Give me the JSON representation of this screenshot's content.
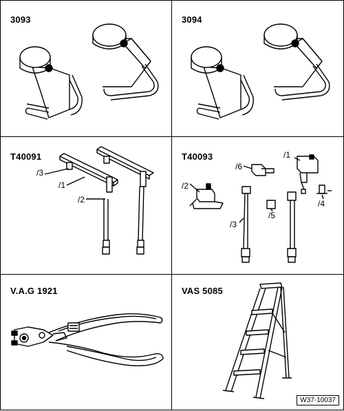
{
  "cells": [
    {
      "code": "3093"
    },
    {
      "code": "3094"
    },
    {
      "code": "T40091",
      "labels": [
        "/3",
        "/1",
        "/2"
      ]
    },
    {
      "code": "T40093",
      "labels": [
        "/6",
        "/1",
        "/2",
        "/4",
        "/3",
        "/5"
      ]
    },
    {
      "code": "V.A.G 1921"
    },
    {
      "code": "VAS 5085"
    }
  ],
  "reference": "W37-10037"
}
